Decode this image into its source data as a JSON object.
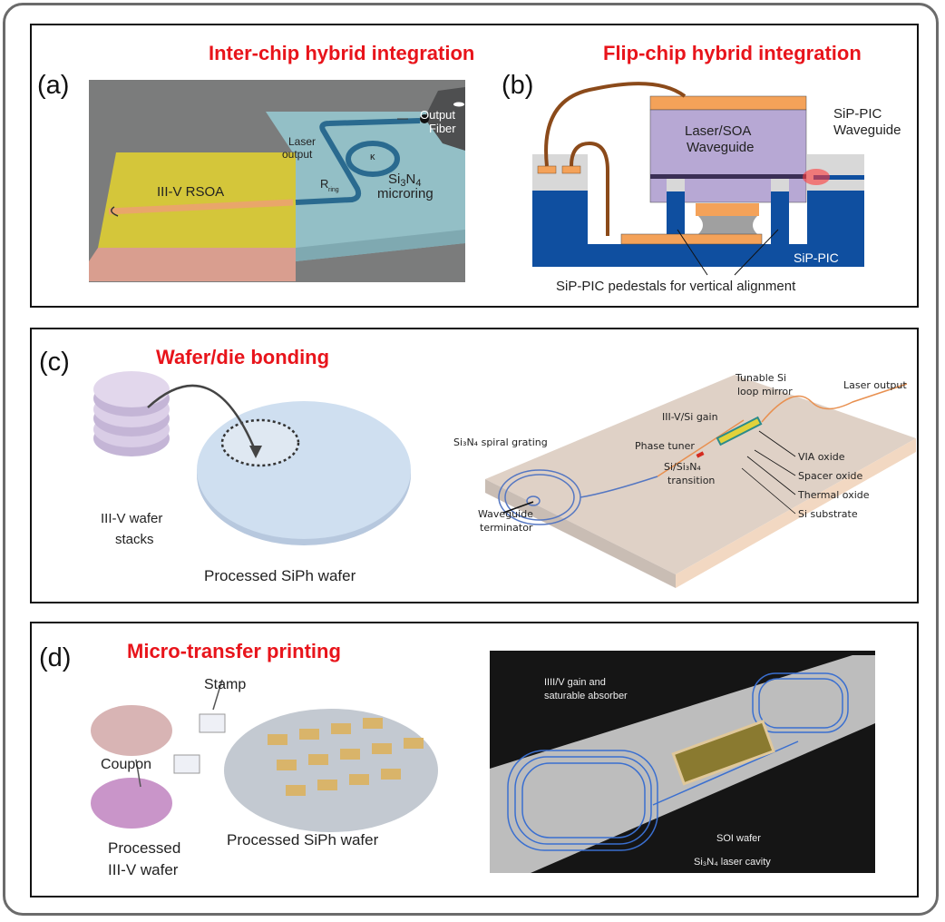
{
  "panels": {
    "a": {
      "letter": "(a)",
      "title": "Inter-chip hybrid integration",
      "labels": {
        "rsoa": "III-V RSOA",
        "laser_output_1": "Laser",
        "laser_output_2": "output",
        "r_ring": "R",
        "r_ring_sub": "ring",
        "kappa": "κ",
        "microring_1_a": "Si",
        "microring_1_b": "3",
        "microring_1_c": "N",
        "microring_1_d": "4",
        "microring_2": "microring",
        "fiber_1": "Output",
        "fiber_2": "Fiber"
      }
    },
    "b": {
      "letter": "(b)",
      "title": "Flip-chip hybrid integration",
      "labels": {
        "laser_1": "Laser/SOA",
        "laser_2": "Waveguide",
        "sip_wg_1": "SiP-PIC",
        "sip_wg_2": "Waveguide",
        "sip_pic": "SiP-PIC",
        "pedestals": "SiP-PIC pedestals for vertical alignment"
      }
    },
    "c": {
      "letter": "(c)",
      "title": "Wafer/die bonding",
      "labels": {
        "stacks_1": "III-V wafer",
        "stacks_2": "stacks",
        "wafer": "Processed SiPh wafer",
        "tunable_1": "Tunable Si",
        "tunable_2": "loop mirror",
        "laser_output": "Laser output",
        "gain": "III-V/Si gain",
        "phase": "Phase tuner",
        "spiral": "Si₃N₄ spiral grating",
        "transition_1": "Si/Si₃N₄",
        "transition_2": "transition",
        "terminator_1": "Waveguide",
        "terminator_2": "terminator",
        "via": "VIA oxide",
        "spacer": "Spacer oxide",
        "thermal": "Thermal oxide",
        "substrate": "Si substrate"
      }
    },
    "d": {
      "letter": "(d)",
      "title": "Micro-transfer printing",
      "labels": {
        "stamp": "Stamp",
        "coupon": "Coupon",
        "proc_iii_1": "Processed",
        "proc_iii_2": "III-V wafer",
        "siph_wafer": "Processed SiPh wafer",
        "gain_1": "IIII/V gain and",
        "gain_2": "saturable absorber",
        "soi": "SOI wafer",
        "cavity": "Si₃N₄ laser cavity"
      }
    }
  },
  "colors": {
    "title_red": "#e8141b",
    "sip_blue": "#0f4fa0",
    "copper": "#f4a259",
    "laser_purple": "#b7a8d4",
    "rsoa_yellow": "#d6c83a",
    "si3n4_teal": "#8fbcc4"
  }
}
